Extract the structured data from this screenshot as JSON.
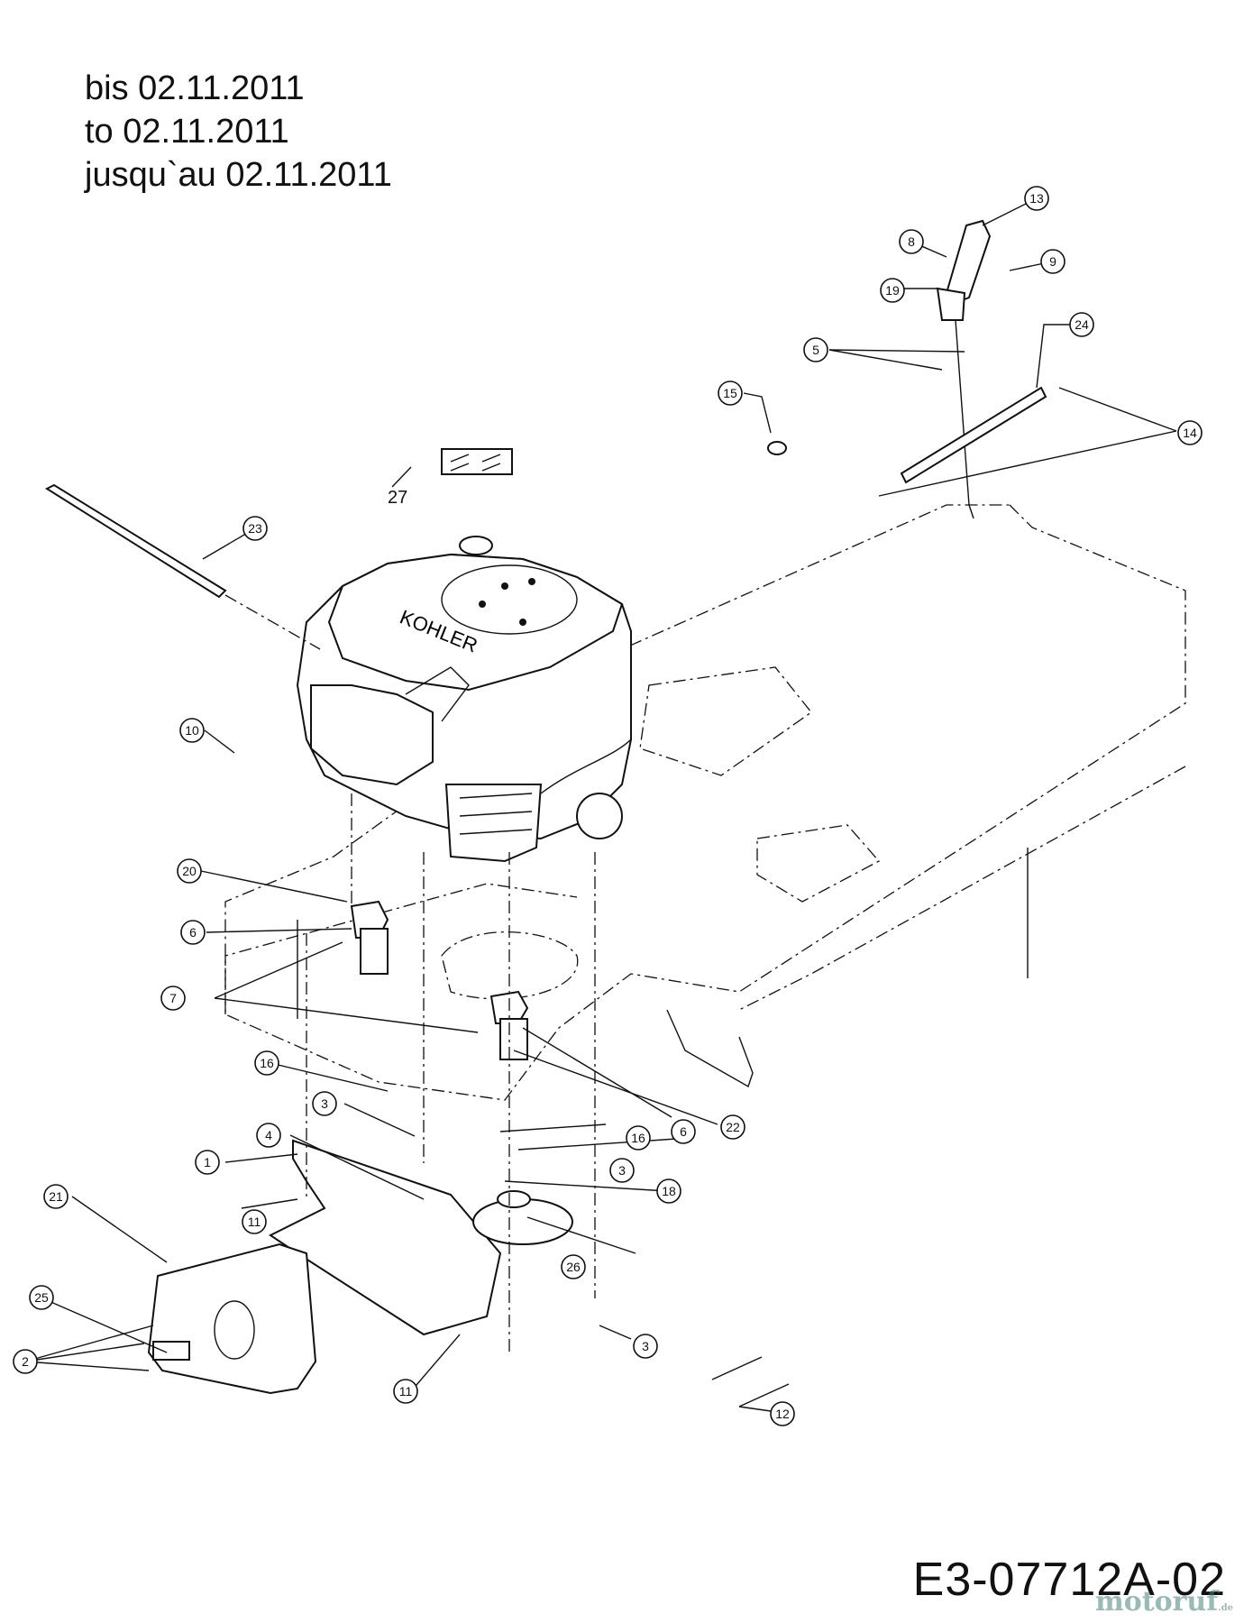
{
  "validity": {
    "line_de": "bis 02.11.2011",
    "line_en": "to 02.11.2011",
    "line_fr": "jusqu`au 02.11.2011"
  },
  "drawing_number": "E3-07712A-02",
  "watermark": {
    "text": "motoruf",
    "suffix": ".de"
  },
  "engine_brand": "KOHLER",
  "callouts": [
    "1",
    "2",
    "3",
    "4",
    "5",
    "6",
    "7",
    "8",
    "9",
    "10",
    "11",
    "12",
    "13",
    "14",
    "15",
    "16",
    "18",
    "19",
    "20",
    "21",
    "22",
    "23",
    "24",
    "25",
    "26",
    "27"
  ]
}
